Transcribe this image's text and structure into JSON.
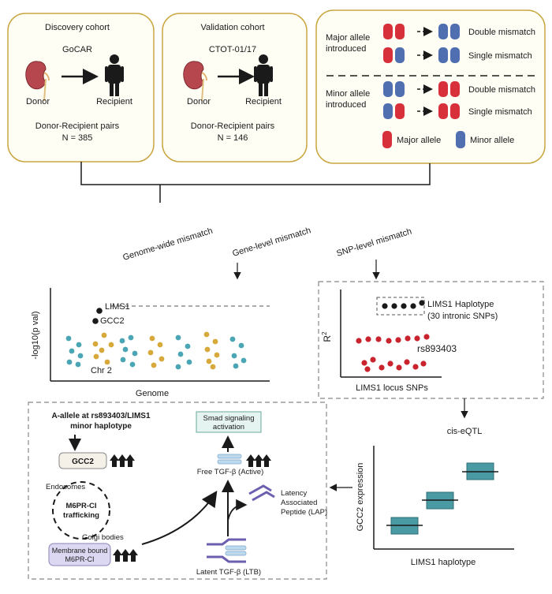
{
  "cohorts": {
    "discovery": {
      "title": "Discovery cohort",
      "study": "GoCAR",
      "donor": "Donor",
      "recipient": "Recipient",
      "pairs": "Donor-Recipient pairs",
      "n": "N = 385"
    },
    "validation": {
      "title": "Validation cohort",
      "study": "CTOT-01/17",
      "donor": "Donor",
      "recipient": "Recipient",
      "pairs": "Donor-Recipient pairs",
      "n": "N = 146"
    }
  },
  "mismatch_legend": {
    "major_intro_1": "Major allele",
    "major_intro_2": "introduced",
    "minor_intro_1": "Minor allele",
    "minor_intro_2": "introduced",
    "double": "Double  mismatch",
    "single": "Single mismatch",
    "major_allele": "Major allele",
    "minor_allele": "Minor allele",
    "colors": {
      "major": "#d7303a",
      "minor": "#4f6fb1"
    }
  },
  "levels": {
    "genome": "Genome-wide mismatch",
    "gene": "Gene-level mismatch",
    "snp": "SNP-level mismatch"
  },
  "manhattan": {
    "ylabel": "-log10(p val)",
    "xlabel": "Genome",
    "lims1": "LIMS1",
    "gcc2": "GCC2",
    "chr": "Chr 2"
  },
  "snp_plot": {
    "ylabel": "R",
    "ylabel_sup": "2",
    "xlabel": "LIMS1 locus SNPs",
    "haplotype_1": "LIMS1 Haplotype",
    "haplotype_2": "(30 intronic SNPs)",
    "rs": "rs893403"
  },
  "eqtl": {
    "label": "cis-eQTL",
    "ylabel": "GCC2 expression",
    "xlabel": "LIMS1 haplotype"
  },
  "mechanism": {
    "allele_1": "A-allele at rs893403/LIMS1",
    "allele_2": "minor haplotype",
    "gcc2": "GCC2",
    "endosomes": "Endosomes",
    "m6pr_1": "M6PR-CI",
    "m6pr_2": "trafficking",
    "golgi": "Golgi bodies",
    "membrane_1": "Membrane bound",
    "membrane_2": "M6PR-CI",
    "smad_1": "Smad signaling",
    "smad_2": "activation",
    "free_tgf": "Free TGF-β (Active)",
    "lap_1": "Latency",
    "lap_2": "Associated",
    "lap_3": "Peptide (LAP)",
    "latent": "Latent TGF-β (LTB)"
  }
}
